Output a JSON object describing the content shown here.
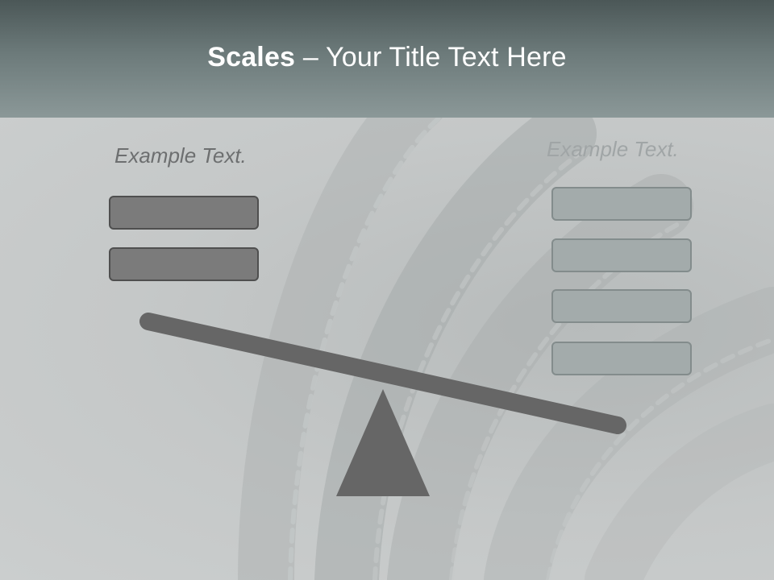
{
  "title": {
    "bold": "Scales",
    "separator": " – ",
    "rest": "Your Title Text Here"
  },
  "left_side": {
    "label": "Example Text.",
    "box_count": 2
  },
  "right_side": {
    "label": "Example Text.",
    "box_count": 4
  },
  "colors": {
    "header_top": "#4b5757",
    "header_bottom": "#8b9898",
    "beam": "#666666",
    "fulcrum": "#666666",
    "left_box_fill": "#7b7b7b",
    "right_box_fill": "#a3abab"
  }
}
